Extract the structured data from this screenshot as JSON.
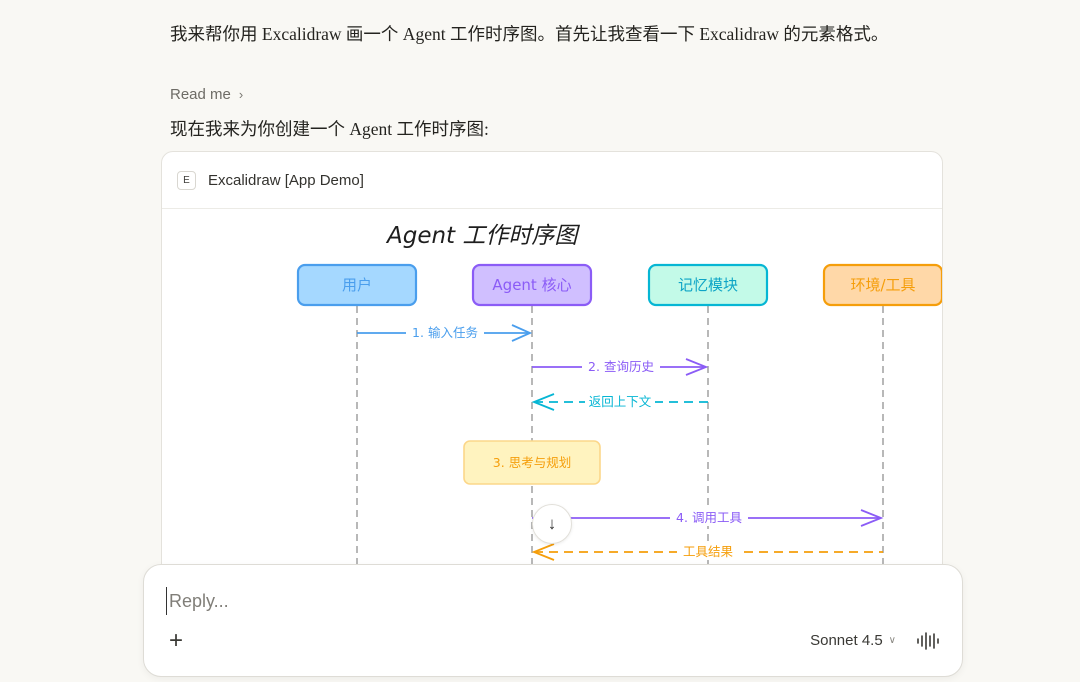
{
  "messages": {
    "intro": "我来帮你用 Excalidraw 画一个 Agent 工作时序图。首先让我查看一下 Excalidraw 的元素格式。",
    "read_me": "Read me",
    "followup": "现在我来为你创建一个 Agent 工作时序图:"
  },
  "artifact": {
    "icon_letter": "E",
    "title": "Excalidraw [App Demo]"
  },
  "diagram": {
    "title": "Agent 工作时序图",
    "actors": [
      {
        "label": "用户",
        "fill": "#a5d8ff",
        "stroke": "#4a9eed",
        "text": "#4a9eed"
      },
      {
        "label": "Agent 核心",
        "fill": "#d0bfff",
        "stroke": "#8b5cf6",
        "text": "#8b5cf6"
      },
      {
        "label": "记忆模块",
        "fill": "#c3fae8",
        "stroke": "#06b6d4",
        "text": "#0ea5c6"
      },
      {
        "label": "环境/工具",
        "fill": "#ffd8a8",
        "stroke": "#f59e0b",
        "text": "#f59e0b"
      }
    ],
    "messages": [
      {
        "label": "1. 输入任务",
        "color": "#4a9eed"
      },
      {
        "label": "2. 查询历史",
        "color": "#8b5cf6"
      },
      {
        "label": "返回上下文",
        "color": "#06b6d4"
      },
      {
        "label": "4. 调用工具",
        "color": "#8b5cf6"
      },
      {
        "label": "工具结果",
        "color": "#f59e0b"
      }
    ],
    "note": {
      "label": "3. 思考与规划",
      "fill": "#fff3bf",
      "stroke": "#fcd78a",
      "text": "#f59e0b"
    }
  },
  "composer": {
    "placeholder": "Reply...",
    "add_icon": "plus-icon",
    "model": "Sonnet 4.5",
    "voice_icon": "voice-waveform-icon"
  }
}
